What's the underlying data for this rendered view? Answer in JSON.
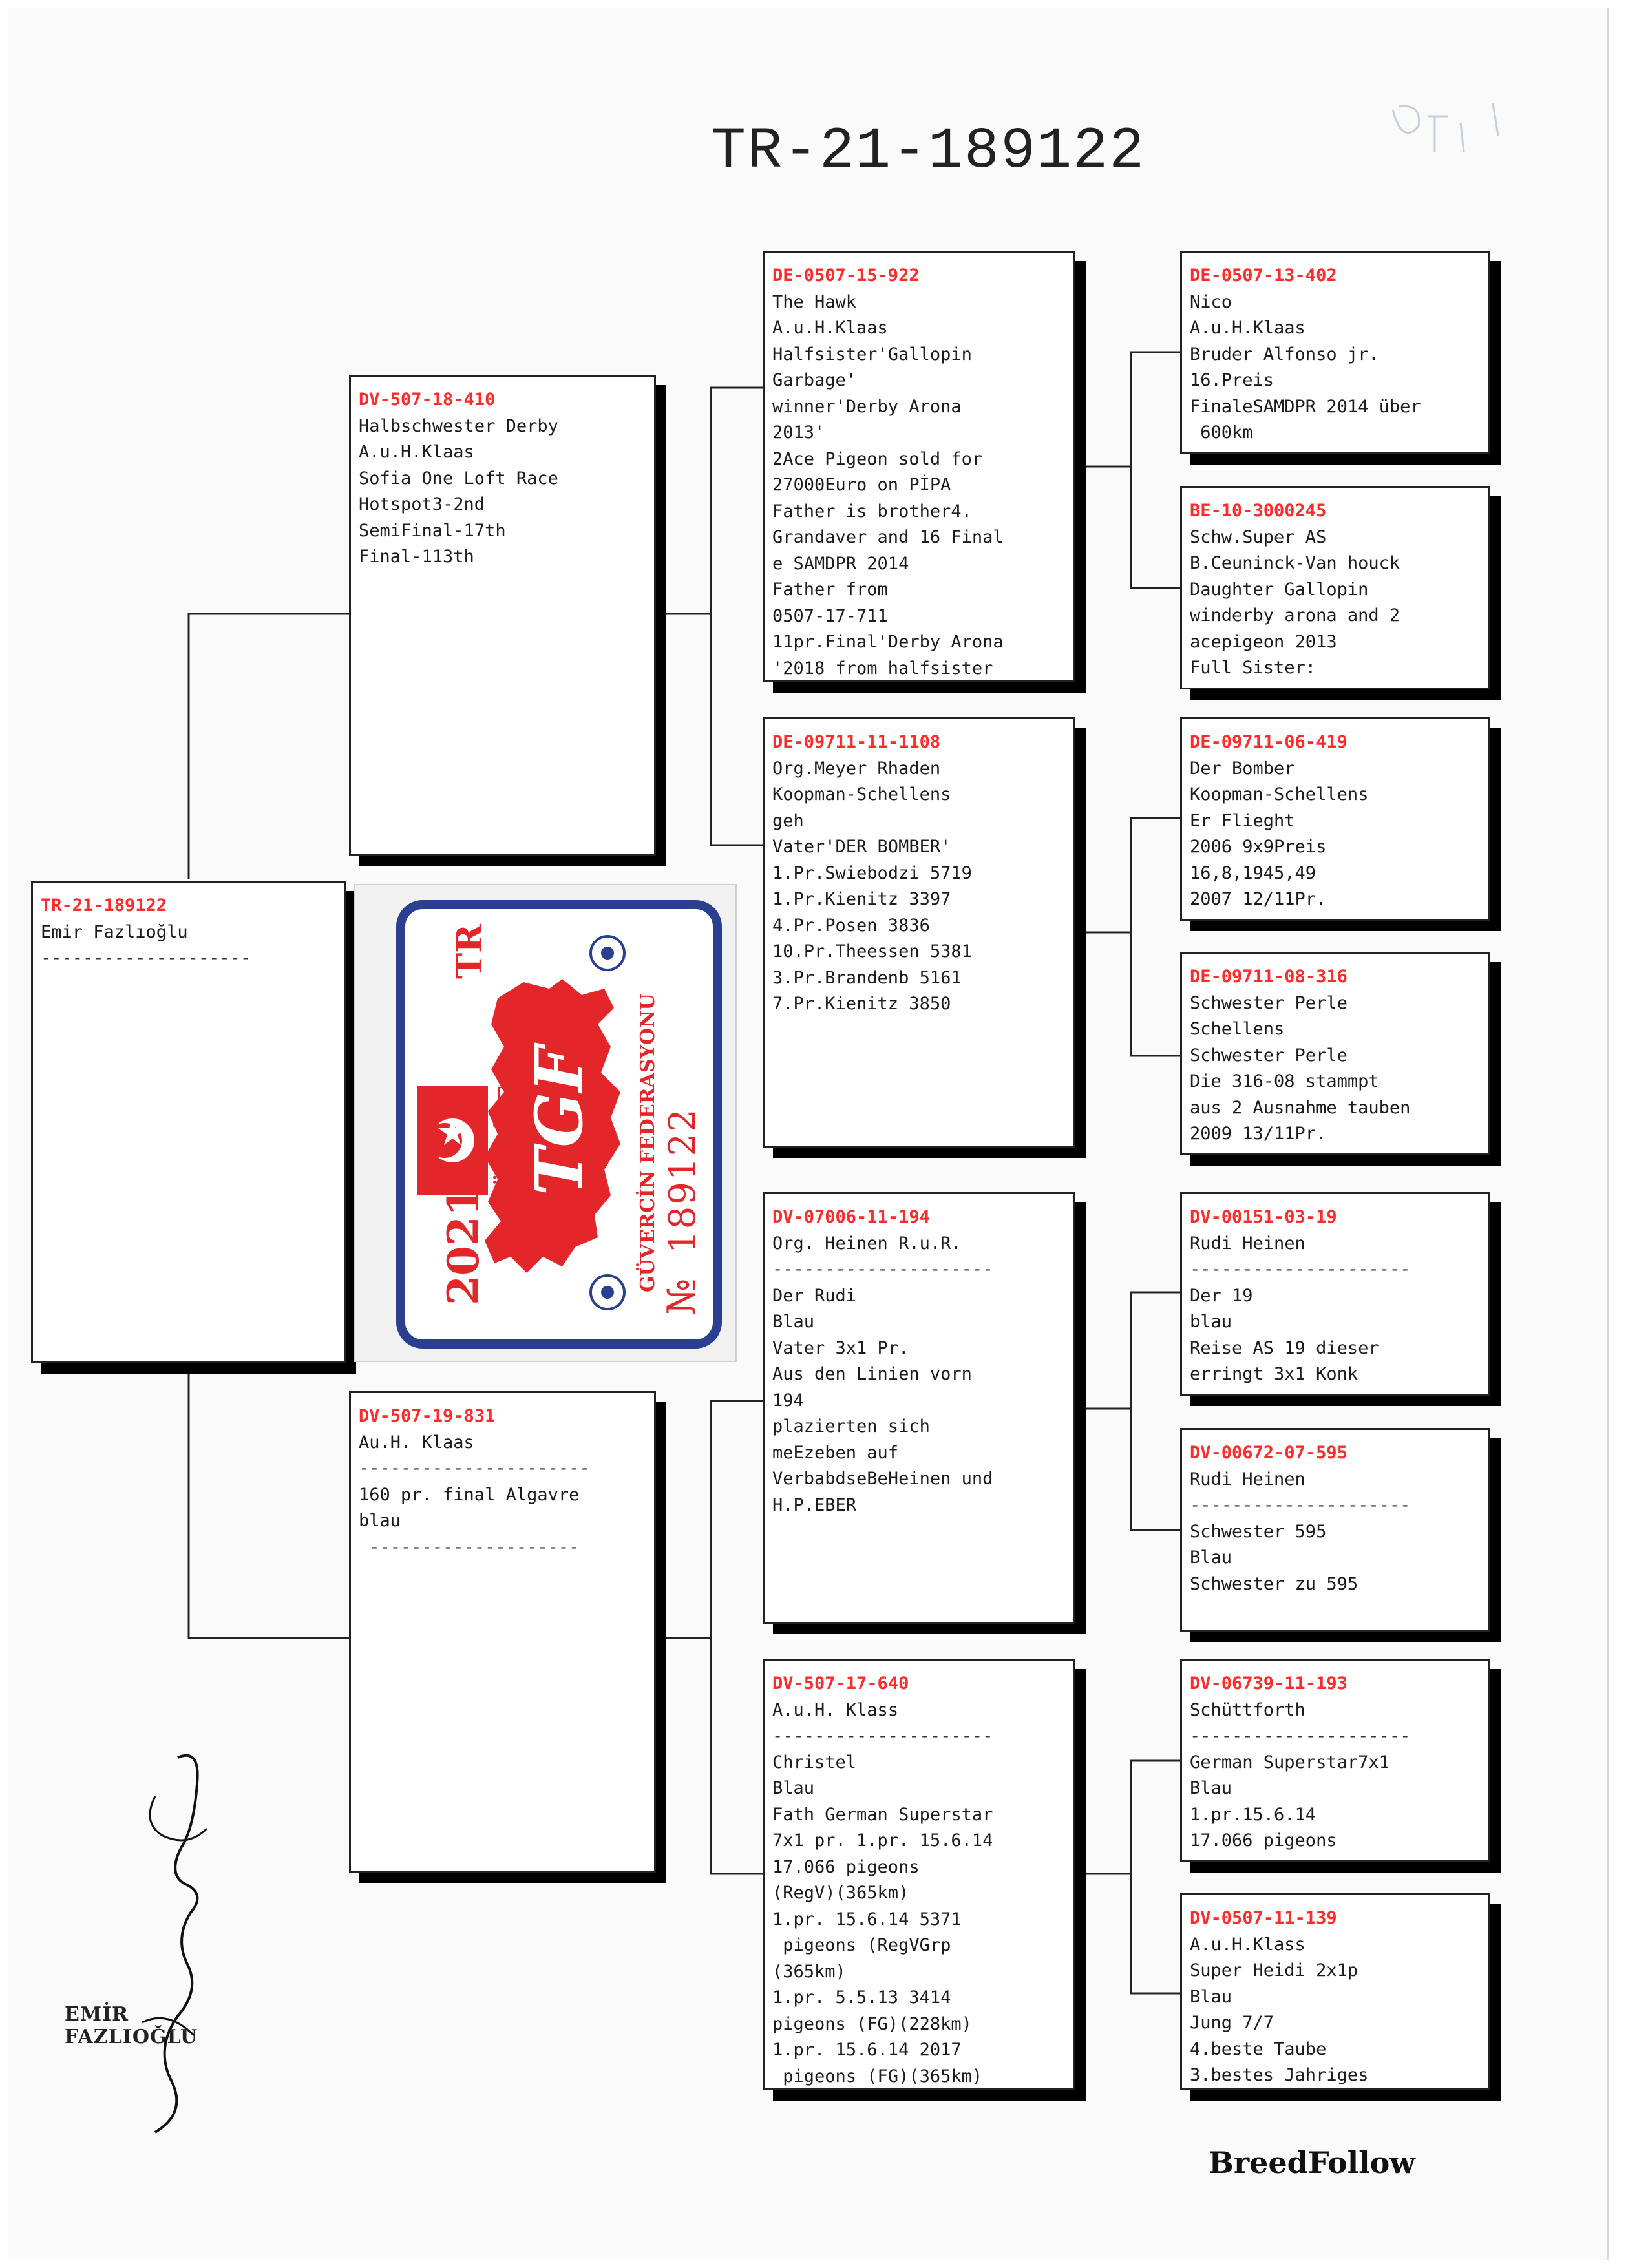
{
  "document": {
    "title": "TR-21-189122",
    "footer_name": "EMİR FAZLIOĞLU",
    "brand": "BreedFollow"
  },
  "badge": {
    "year": "2021",
    "country_code": "TR",
    "country": "TÜRKİYE",
    "federation_abbr": "TGF",
    "federation_name": "GÜVERCİN FEDERASYONU",
    "number_sign": "№",
    "number": "189122",
    "border_color": "#2a3f8f",
    "accent_color": "#e3262a"
  },
  "colors": {
    "ring_id": "#ff2a2a",
    "box_border": "#222222",
    "shadow": "#000000"
  },
  "pedigree": {
    "subject": {
      "ring": "TR-21-189122",
      "lines": [
        "Emir Fazlıoğlu",
        "--------------------"
      ]
    },
    "sire": {
      "ring": "DV-507-18-410",
      "lines": [
        "Halbschwester Derby",
        "A.u.H.Klaas",
        "Sofia One Loft Race",
        "Hotspot3-2nd",
        "SemiFinal-17th",
        "Final-113th"
      ]
    },
    "dam": {
      "ring": "DV-507-19-831",
      "lines": [
        "Au.H. Klaas",
        "----------------------",
        "160 pr. final Algavre",
        "blau",
        " --------------------"
      ]
    },
    "sire_sire": {
      "ring": "DE-0507-15-922",
      "lines": [
        "The Hawk",
        "A.u.H.Klaas",
        "Halfsister'Gallopin",
        "Garbage'",
        "winner'Derby Arona",
        "2013'",
        "2Ace Pigeon sold for",
        "27000Euro on PİPA",
        "Father is brother4.",
        "Grandaver and 16 Final",
        "e SAMDPR 2014",
        "Father from",
        "0507-17-711",
        "11pr.Final'Derby Arona",
        "'2018 from halfsister"
      ]
    },
    "sire_dam": {
      "ring": "DE-09711-11-1108",
      "lines": [
        "Org.Meyer Rhaden",
        "Koopman-Schellens",
        "geh",
        "Vater'DER BOMBER'",
        "1.Pr.Swiebodzi 5719",
        "1.Pr.Kienitz 3397",
        "4.Pr.Posen 3836",
        "10.Pr.Theessen 5381",
        "3.Pr.Brandenb 5161",
        "7.Pr.Kienitz 3850"
      ]
    },
    "dam_sire": {
      "ring": "DV-07006-11-194",
      "lines": [
        "Org. Heinen R.u.R.",
        "---------------------",
        "Der Rudi",
        "Blau",
        "Vater 3x1 Pr.",
        "Aus den Linien vorn",
        "194",
        "plazierten sich",
        "meEzeben auf",
        "VerbabdseBeHeinen und",
        "H.P.EBER"
      ]
    },
    "dam_dam": {
      "ring": "DV-507-17-640",
      "lines": [
        "A.u.H. Klass",
        "---------------------",
        "Christel",
        "Blau",
        "Fath German Superstar",
        "7x1 pr. 1.pr. 15.6.14",
        "17.066 pigeons",
        "(RegV)(365km)",
        "1.pr. 15.6.14 5371",
        " pigeons (RegVGrp",
        "(365km)",
        "1.pr. 5.5.13 3414",
        "pigeons (FG)(228km)",
        "1.pr. 15.6.14 2017",
        " pigeons (FG)(365km)"
      ]
    },
    "g3_1": {
      "ring": "DE-0507-13-402",
      "lines": [
        "Nico",
        "A.u.H.Klaas",
        "Bruder Alfonso jr.",
        "16.Preis",
        "FinaleSAMDPR 2014 über",
        " 600km"
      ]
    },
    "g3_2": {
      "ring": "BE-10-3000245",
      "lines": [
        "Schw.Super AS",
        "B.Ceuninck-Van houck",
        "Daughter Gallopin",
        "winderby arona and 2",
        "acepigeon 2013",
        "Full Sister:"
      ]
    },
    "g3_3": {
      "ring": "DE-09711-06-419",
      "lines": [
        "Der Bomber",
        "Koopman-Schellens",
        "Er Flieght",
        "2006 9x9Preis",
        "16,8,1945,49",
        "2007 12/11Pr."
      ]
    },
    "g3_4": {
      "ring": "DE-09711-08-316",
      "lines": [
        "Schwester Perle",
        "Schellens",
        "Schwester Perle",
        "Die 316-08 stammpt",
        "aus 2 Ausnahme tauben",
        "2009 13/11Pr."
      ]
    },
    "g3_5": {
      "ring": "DV-00151-03-19",
      "lines": [
        "Rudi Heinen",
        "---------------------",
        "Der 19",
        "blau",
        "Reise AS 19 dieser",
        "erringt 3x1 Konk"
      ]
    },
    "g3_6": {
      "ring": "DV-00672-07-595",
      "lines": [
        "Rudi Heinen",
        "---------------------",
        "Schwester 595",
        "Blau",
        "Schwester zu 595"
      ]
    },
    "g3_7": {
      "ring": "DV-06739-11-193",
      "lines": [
        "Schüttforth",
        "---------------------",
        "German Superstar7x1",
        "Blau",
        "1.pr.15.6.14",
        "17.066 pigeons"
      ]
    },
    "g3_8": {
      "ring": "DV-0507-11-139",
      "lines": [
        "A.u.H.Klass",
        "Super Heidi 2x1p",
        "Blau",
        "Jung 7/7",
        "4.beste Taube",
        "3.bestes Jahriges"
      ]
    }
  }
}
